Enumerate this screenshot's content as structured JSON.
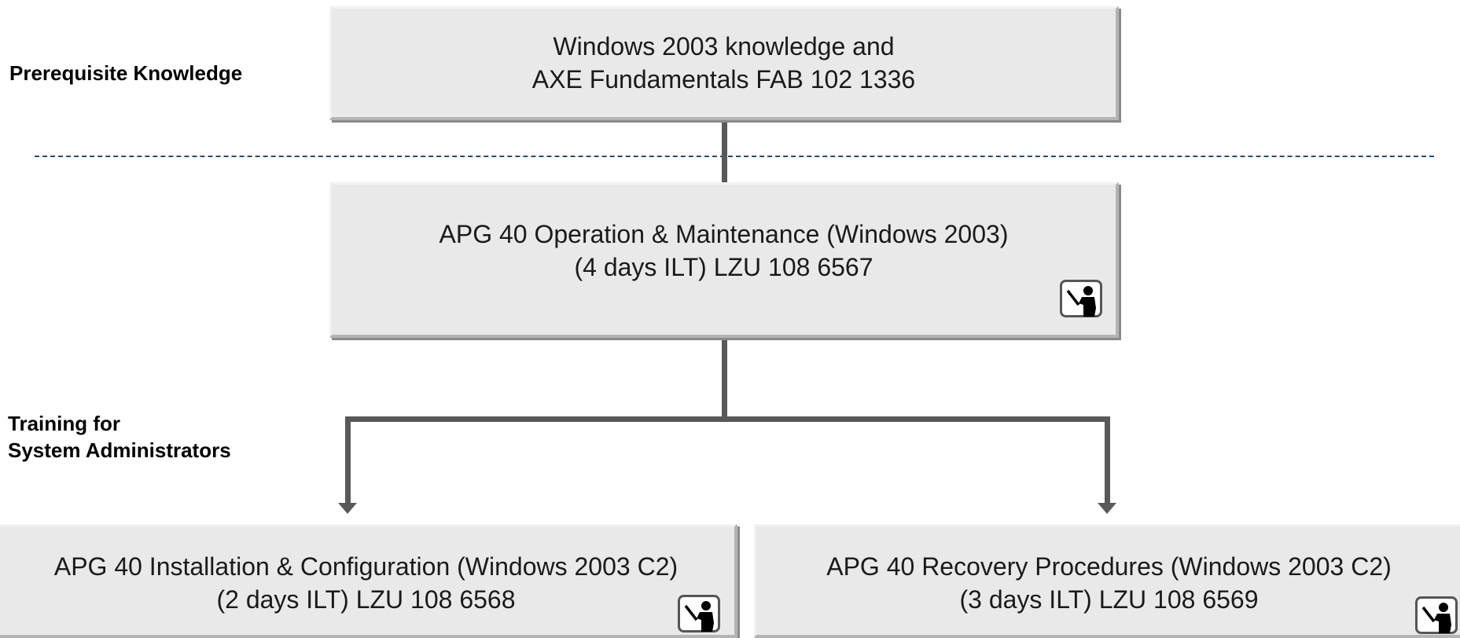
{
  "labels": {
    "prerequisite": "Prerequisite Knowledge",
    "training_line1": "Training for",
    "training_line2": "System Administrators"
  },
  "boxes": {
    "prereq": {
      "line1": "Windows 2003 knowledge and",
      "line2": "AXE Fundamentals FAB 102 1336"
    },
    "operation": {
      "line1": "APG 40 Operation & Maintenance (Windows 2003)",
      "line2": "(4 days ILT) LZU 108 6567",
      "icon": "instructor-led-training-icon"
    },
    "installation": {
      "line1": "APG 40 Installation & Configuration (Windows 2003 C2)",
      "line2": "(2 days ILT) LZU 108 6568",
      "icon": "instructor-led-training-icon"
    },
    "recovery": {
      "line1": "APG 40 Recovery Procedures (Windows 2003 C2)",
      "line2": "(3 days ILT) LZU 108 6569",
      "icon": "instructor-led-training-icon"
    }
  },
  "colors": {
    "box_fill": "#e9e9e9",
    "connector": "#595959",
    "dashed_divider": "#1f4e79"
  }
}
